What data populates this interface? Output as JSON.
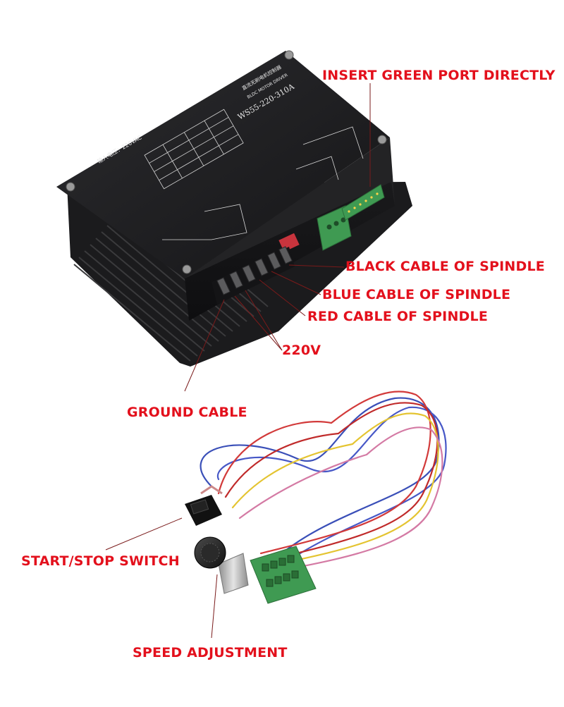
{
  "colors": {
    "callout_text": "#e3101c",
    "leader_line": "#7a1a1a",
    "driver_body": "#1c1c1e",
    "terminal_green": "#3f9a52"
  },
  "driver": {
    "model": "WS55-220-310A",
    "brand_cn": "直流无刷电机控制器",
    "brand_en": "BLDC MOTOR DRIVER",
    "input_voltage": "输入电压：220VAC"
  },
  "callouts": {
    "insert_green_port": "INSERT GREEN PORT DIRECTLY",
    "black_cable": "BLACK CABLE OF SPINDLE",
    "blue_cable": "BLUE CABLE OF SPINDLE",
    "red_cable": "RED CABLE OF SPINDLE",
    "voltage_220": "220V",
    "ground_cable": "GROUND CABLE",
    "start_stop_switch": "START/STOP SWITCH",
    "speed_adjustment": "SPEED ADJUSTMENT"
  }
}
